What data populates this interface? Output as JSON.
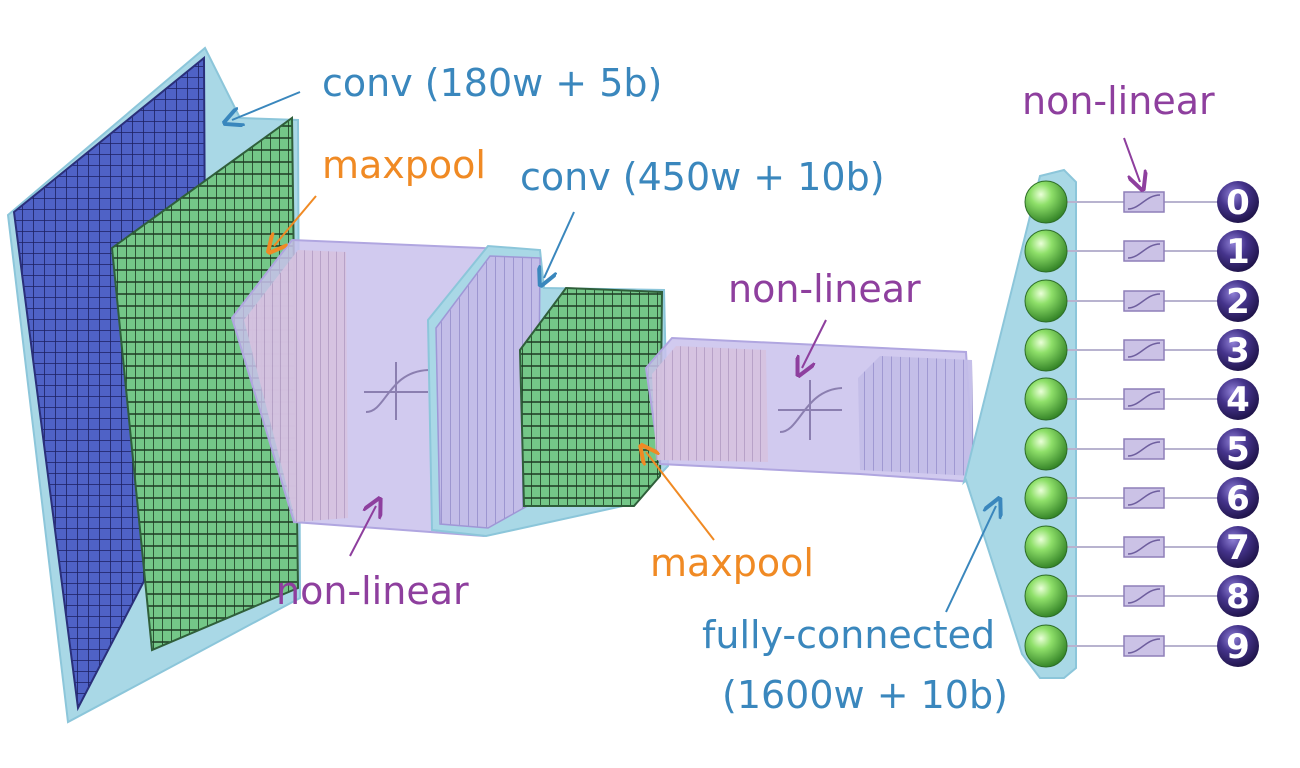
{
  "labels": {
    "conv1": "conv (180w + 5b)",
    "maxpool1": "maxpool",
    "conv2": "conv (450w + 10b)",
    "nonlinear_top": "non-linear",
    "nonlinear_mid": "non-linear",
    "nonlinear_bottom": "non-linear",
    "maxpool2": "maxpool",
    "fc_line1": "fully-connected",
    "fc_line2": "(1600w + 10b)"
  },
  "outputs": [
    "0",
    "1",
    "2",
    "3",
    "4",
    "5",
    "6",
    "7",
    "8",
    "9"
  ],
  "colors": {
    "envelope": "#a9d8e6",
    "envelope_stroke": "#8cc6da",
    "tube": "#c9c1ec",
    "input_layer": "#4c5cc2",
    "maxpool_layer": "#6fbf83",
    "conv_layer": "#b9b2e6",
    "node_green": "#5fc24a",
    "output_purple": "#3b2a7a",
    "blue": "#3a87bd",
    "orange": "#f08a24",
    "purple": "#8e3f9e"
  }
}
